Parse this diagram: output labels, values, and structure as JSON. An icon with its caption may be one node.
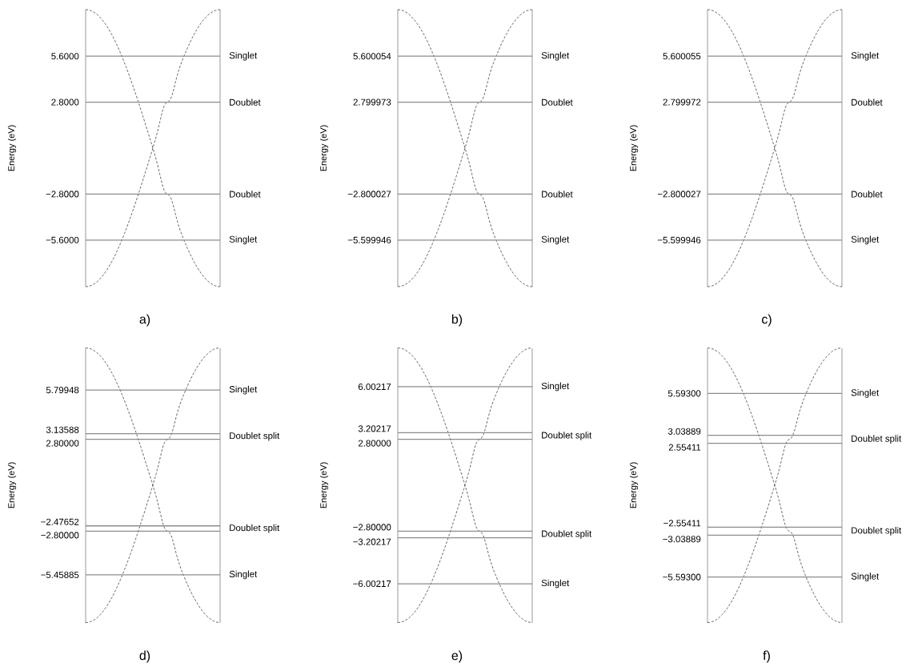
{
  "diagram": {
    "labels": [
      "Energy (eV)",
      "5.6000",
      "Singlet",
      "2.8000",
      "Doublet",
      "−2.8000",
      "Doublet",
      "−5.6000",
      "Singlet",
      "a)",
      "Energy (eV)",
      "5.600054",
      "Singlet",
      "2.799973",
      "Doublet",
      "−2.800027",
      "Doublet",
      "−5.599946",
      "Singlet",
      "b)",
      "Energy (eV)",
      "5.600055",
      "Singlet",
      "2.799972",
      "Doublet",
      "−2.800027",
      "Doublet",
      "−5.599946",
      "Singlet",
      "c)",
      "Energy (eV)",
      "5.79948",
      "Singlet",
      "3.13588",
      "2.80000",
      "Doublet split",
      "−2.47652",
      "−2.80000",
      "Doublet split",
      "−5.45885",
      "Singlet",
      "d)",
      "Energy (eV)",
      "6.00217",
      "Singlet",
      "3.20217",
      "2.80000",
      "Doublet split",
      "−2.80000",
      "−3.20217",
      "Doublet split",
      "−6.00217",
      "Singlet",
      "e)",
      "Energy (eV)",
      "5.59300",
      "Singlet",
      "3.03889",
      "2.55411",
      "Doublet split",
      "−2.55411",
      "−3.03889",
      "Doublet split",
      "−5.59300",
      "Singlet",
      "f)"
    ]
  }
}
